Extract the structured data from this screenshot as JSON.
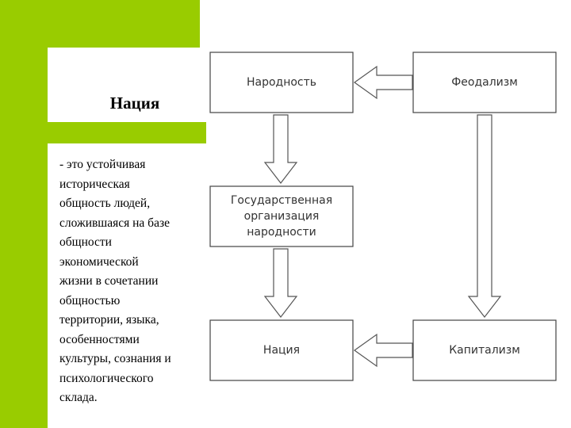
{
  "left_panel": {
    "title": "Нация",
    "definition": " - это устойчивая\nисторическая\nобщность людей,\nсложившаяся на базе\nобщности\nэкономической\nжизни в сочетании\nобщностью\nтерритории, языка,\nособенностями\nкультуры, сознания и\nпсихологического\nсклада."
  },
  "diagram": {
    "nodes": {
      "narodnost": "Народность",
      "feodalism": "Феодализм",
      "gos_org": [
        "Государственная",
        "организация",
        "народности"
      ],
      "natsiya": "Нация",
      "kapitalizm": "Капитализм"
    }
  },
  "colors": {
    "accent_green": "#99cc00",
    "arrow_fill": "#ffffff",
    "arrow_stroke": "#555555",
    "box_stroke": "#444444"
  }
}
